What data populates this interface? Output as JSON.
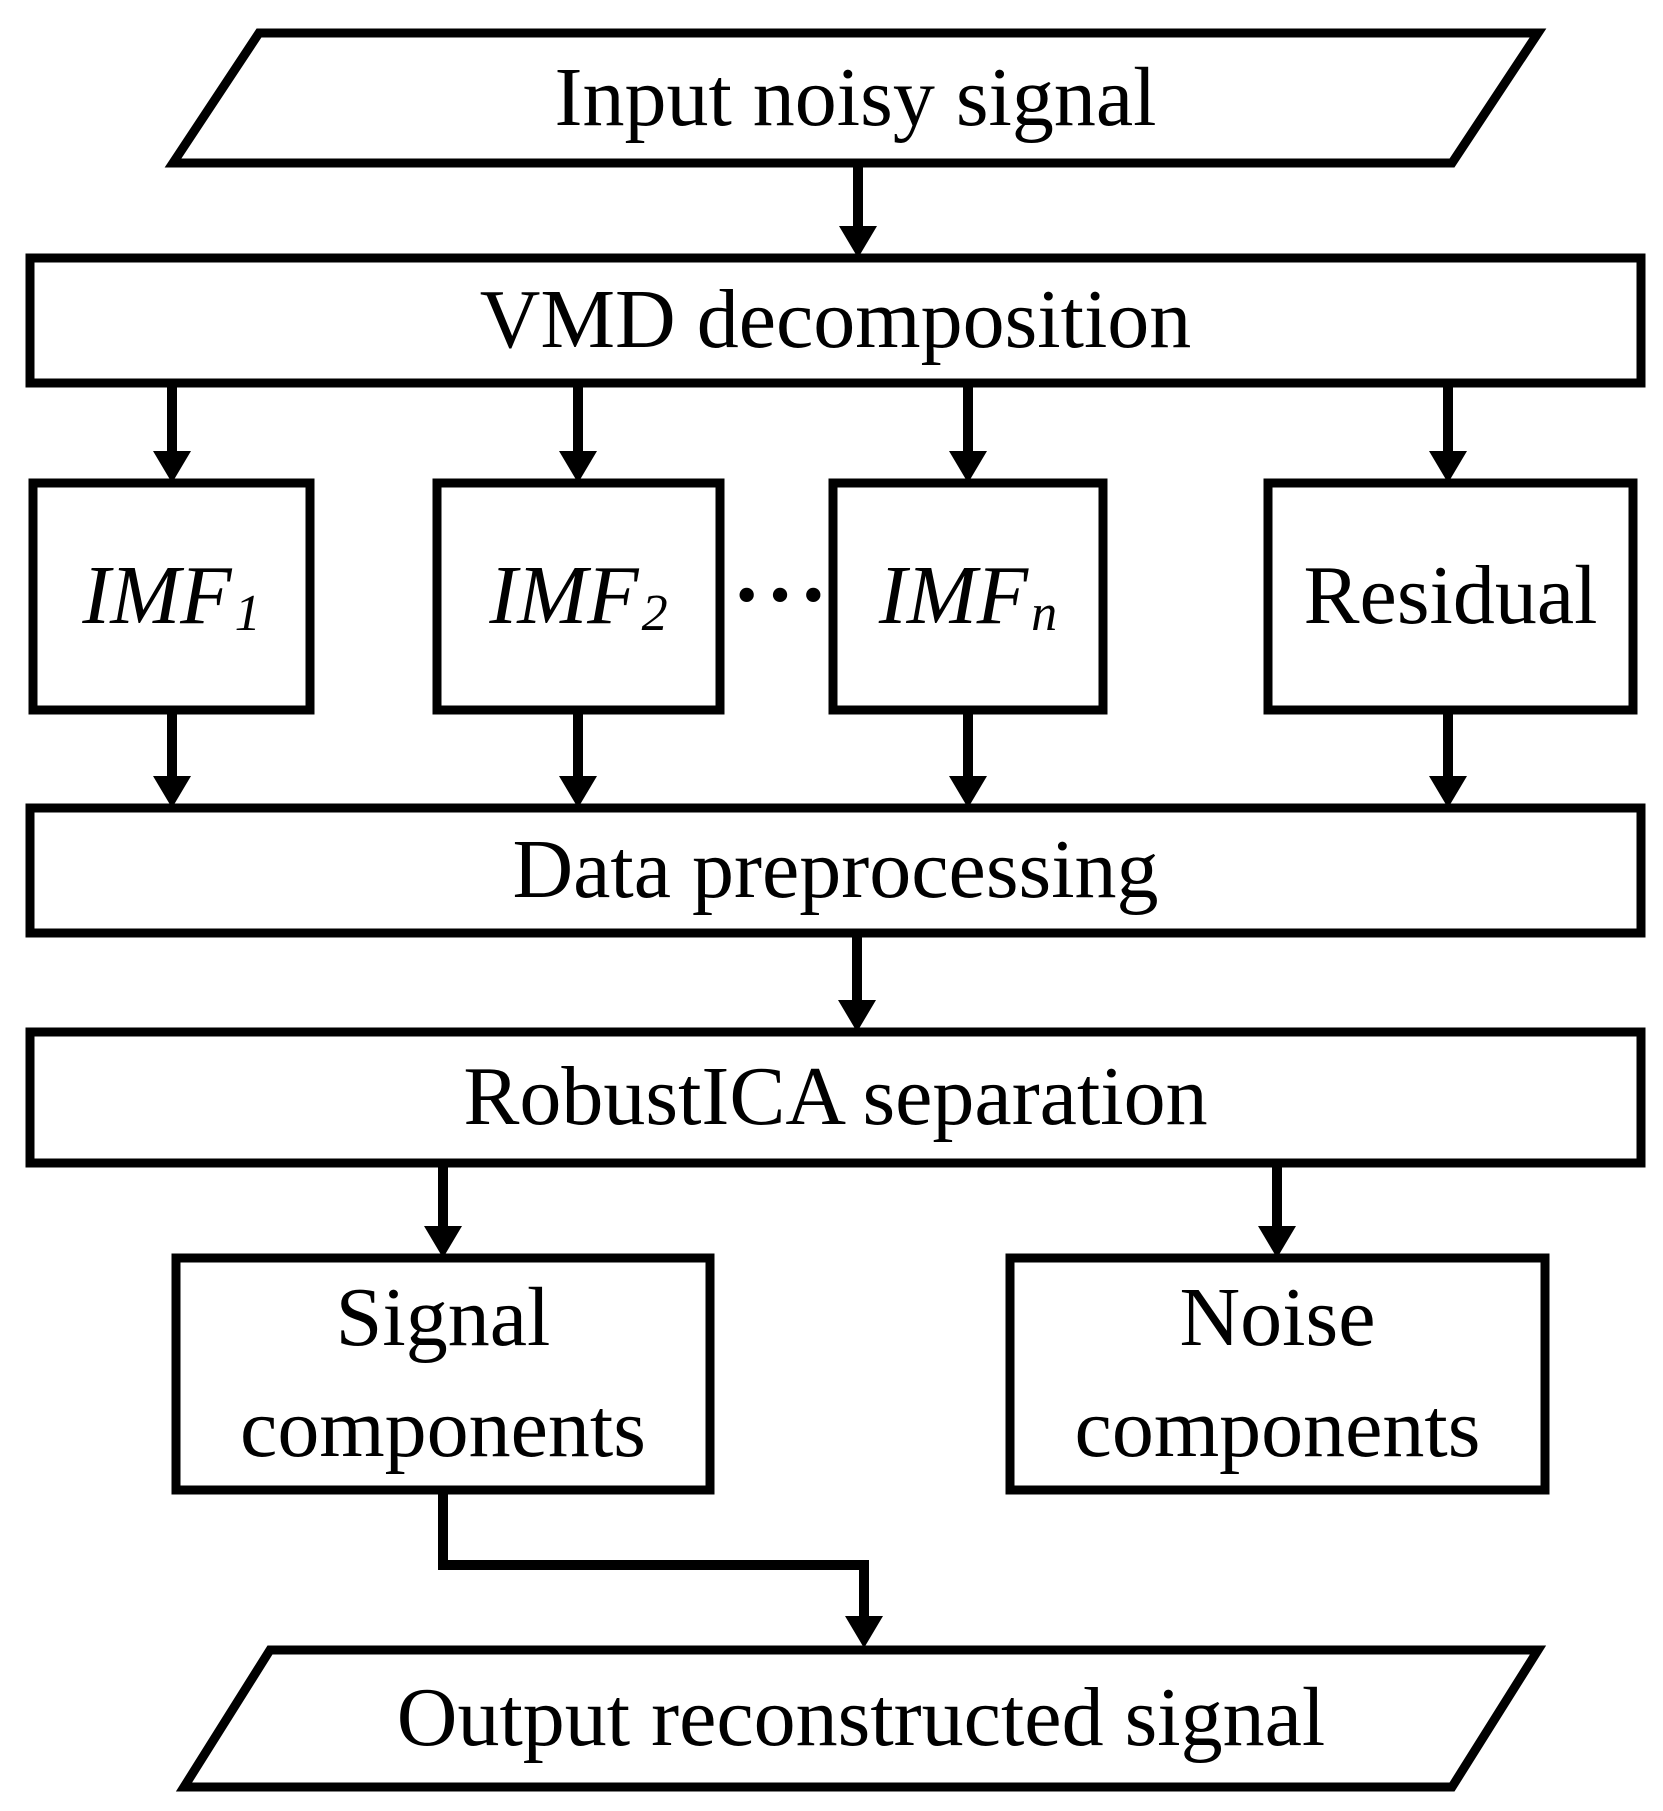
{
  "colors": {
    "stroke": "#000000",
    "background": "#ffffff",
    "text": "#000000"
  },
  "nodes": {
    "input": {
      "label": "Input noisy signal"
    },
    "vmd": {
      "label": "VMD decomposition"
    },
    "imf1": {
      "base": "IMF",
      "sub": "1"
    },
    "imf2": {
      "base": "IMF",
      "sub": "2"
    },
    "ellipsis": {
      "label": "···"
    },
    "imfn": {
      "base": "IMF",
      "sub": "n"
    },
    "residual": {
      "label": "Residual"
    },
    "preprocessing": {
      "label": "Data preprocessing"
    },
    "robustica": {
      "label": "RobustICA separation"
    },
    "signal": {
      "line1": "Signal",
      "line2": "components"
    },
    "noise": {
      "line1": "Noise",
      "line2": "components"
    },
    "output": {
      "label": "Output reconstructed signal"
    }
  },
  "edges": [
    {
      "from": "input",
      "to": "vmd"
    },
    {
      "from": "vmd",
      "to": "imf1"
    },
    {
      "from": "vmd",
      "to": "imf2"
    },
    {
      "from": "vmd",
      "to": "imfn"
    },
    {
      "from": "vmd",
      "to": "residual"
    },
    {
      "from": "imf1",
      "to": "preprocessing"
    },
    {
      "from": "imf2",
      "to": "preprocessing"
    },
    {
      "from": "imfn",
      "to": "preprocessing"
    },
    {
      "from": "residual",
      "to": "preprocessing"
    },
    {
      "from": "preprocessing",
      "to": "robustica"
    },
    {
      "from": "robustica",
      "to": "signal"
    },
    {
      "from": "robustica",
      "to": "noise"
    },
    {
      "from": "signal",
      "to": "output"
    }
  ]
}
